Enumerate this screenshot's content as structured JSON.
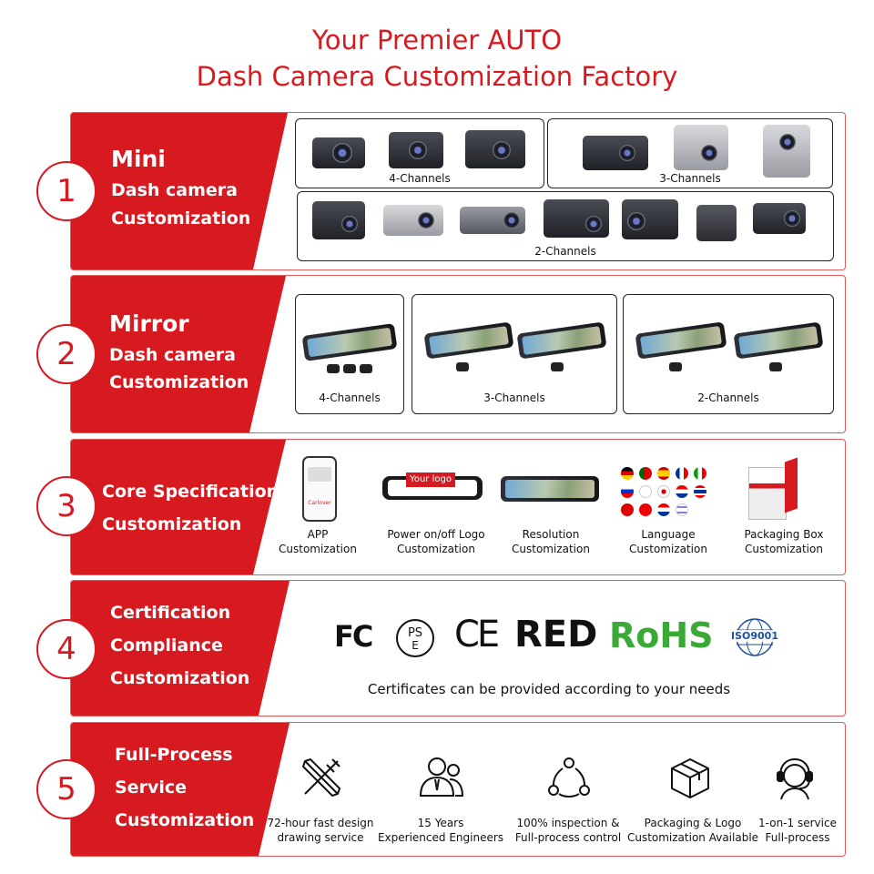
{
  "header": {
    "line1": "Your Premier AUTO",
    "line2": "Dash Camera Customization Factory"
  },
  "sections": [
    {
      "number": "1",
      "title_lines": [
        "Mini",
        "Dash camera",
        "Customization"
      ],
      "groups": [
        {
          "label": "4-Channels"
        },
        {
          "label": "3-Channels"
        },
        {
          "label": "2-Channels"
        }
      ]
    },
    {
      "number": "2",
      "title_lines": [
        "Mirror",
        "Dash camera",
        "Customization"
      ],
      "groups": [
        {
          "label": "4-Channels"
        },
        {
          "label": "3-Channels"
        },
        {
          "label": "2-Channels"
        }
      ]
    },
    {
      "number": "3",
      "title_lines": [
        "Core Specification",
        "Customization"
      ],
      "items": [
        {
          "line1": "APP",
          "line2": "Customization"
        },
        {
          "line1": "Power on/off Logo",
          "line2": "Customization"
        },
        {
          "line1": "Resolution",
          "line2": "Customization"
        },
        {
          "line1": "Language",
          "line2": "Customization"
        },
        {
          "line1": "Packaging Box",
          "line2": "Customization"
        }
      ],
      "logo_text": "Your logo",
      "brand": "Carlover"
    },
    {
      "number": "4",
      "title_lines": [
        "Certification",
        "Compliance",
        "Customization"
      ],
      "certs": {
        "fc": "FC",
        "pse": "PS",
        "pse_e": "E",
        "ce": "CE",
        "red": "RED",
        "rohs": "RoHS",
        "iso": "ISO9001"
      },
      "note": "Certificates can be provided according to your needs"
    },
    {
      "number": "5",
      "title_lines": [
        "Full-Process",
        "Service",
        "Customization"
      ],
      "items": [
        {
          "icon": "design-tools-icon",
          "line1": "72-hour fast design",
          "line2": "drawing service"
        },
        {
          "icon": "engineers-icon",
          "line1": "15 Years",
          "line2": "Experienced Engineers"
        },
        {
          "icon": "process-cycle-icon",
          "line1": "100% inspection &",
          "line2": "Full-process control"
        },
        {
          "icon": "package-box-icon",
          "line1": "Packaging & Logo",
          "line2": "Customization Available"
        },
        {
          "icon": "headset-support-icon",
          "line1": "1-on-1 service",
          "line2": "Full-process"
        }
      ]
    }
  ],
  "colors": {
    "brand_red": "#d71920",
    "rohs_green": "#3aa935",
    "iso_blue": "#1d4f9e"
  }
}
